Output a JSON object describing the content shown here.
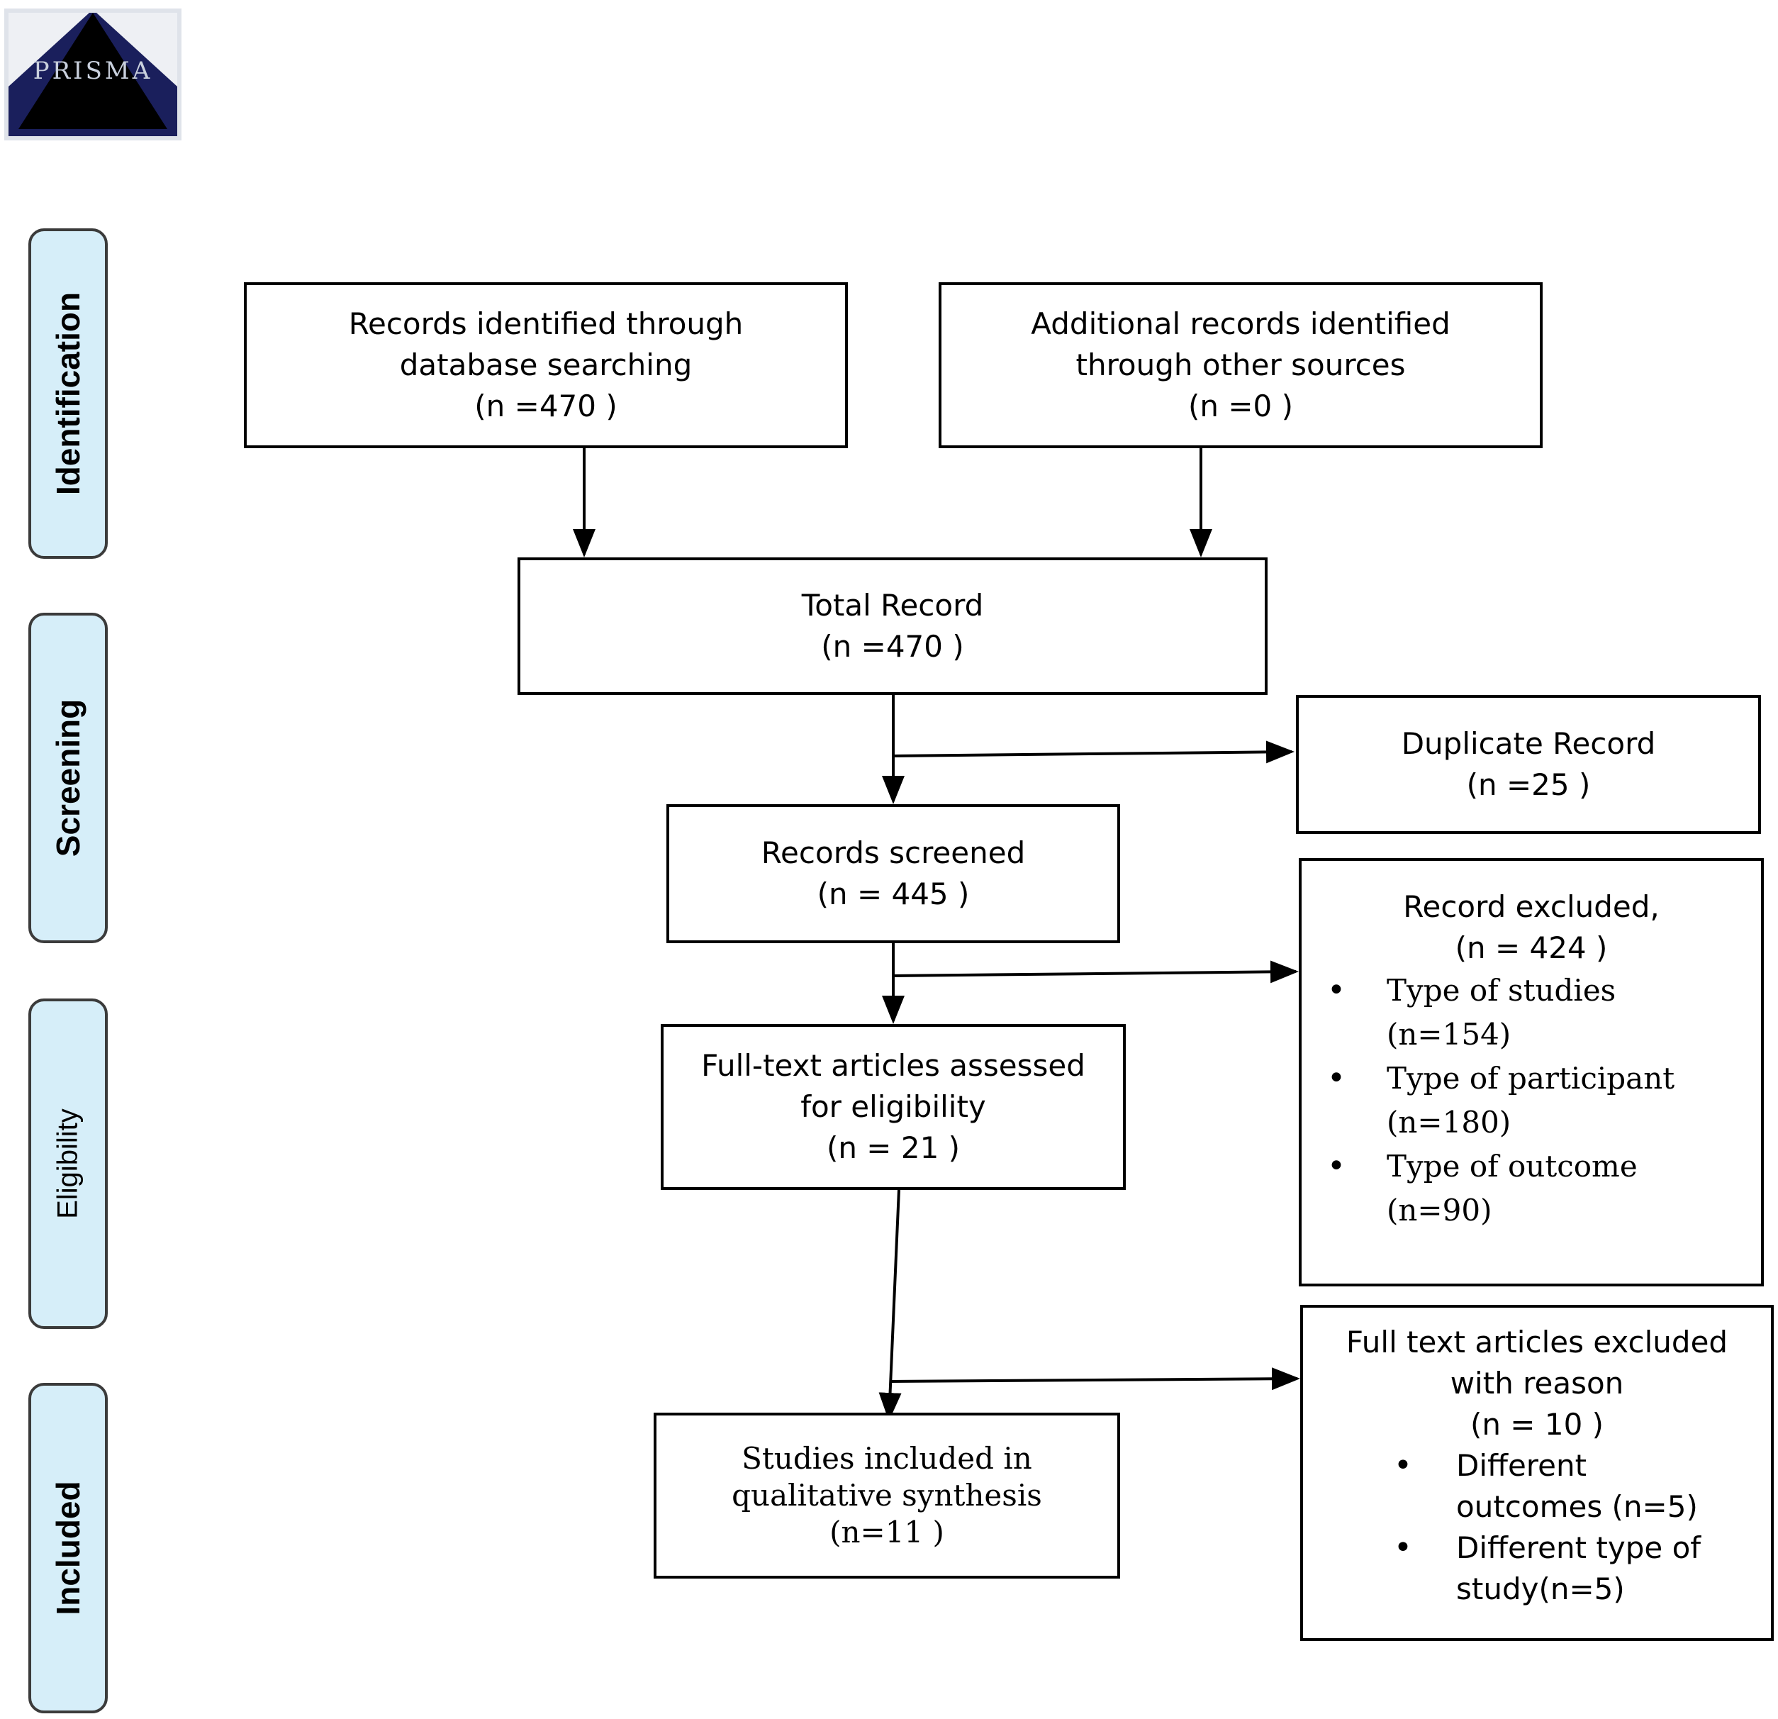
{
  "logo": {
    "text": "PRISMA"
  },
  "stages": [
    {
      "id": "identification",
      "label": "Identification"
    },
    {
      "id": "screening",
      "label": "Screening"
    },
    {
      "id": "eligibility",
      "label": "Eligibility"
    },
    {
      "id": "included",
      "label": "Included"
    }
  ],
  "boxes": {
    "database": {
      "lines": [
        "Records identified through",
        "database searching",
        "(n =470  )"
      ]
    },
    "other": {
      "lines": [
        "Additional records identified",
        "through other sources",
        "(n =0   )"
      ]
    },
    "total": {
      "lines": [
        "Total Record",
        "(n =470   )"
      ]
    },
    "duplicate": {
      "lines": [
        "Duplicate Record",
        "(n =25  )"
      ]
    },
    "screened": {
      "lines": [
        "Records screened",
        "(n =  445 )"
      ]
    },
    "excluded": {
      "header": [
        "Record  excluded,",
        "(n = 424  )"
      ],
      "items": [
        [
          "Type of studies",
          "(n=154)"
        ],
        [
          "Type of participant",
          "(n=180)"
        ],
        [
          "Type of outcome",
          "(n=90)"
        ]
      ]
    },
    "fulltext": {
      "lines": [
        "Full-text articles assessed",
        "for eligibility",
        "(n = 21   )"
      ]
    },
    "fulltext_excluded": {
      "header": [
        "Full text articles excluded",
        "with reason",
        "(n =  10  )"
      ],
      "items": [
        [
          "Different",
          "outcomes (n=5)"
        ],
        [
          "Different type of",
          "study(n=5)"
        ]
      ]
    },
    "included": {
      "lines": [
        "Studies included in",
        "qualitative synthesis",
        "(n=11   )"
      ]
    }
  }
}
